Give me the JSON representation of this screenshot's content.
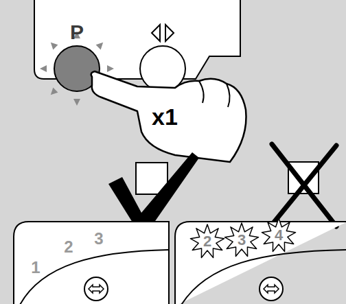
{
  "diagram": {
    "labels": [
      "P",
      "x1",
      "1",
      "2",
      "3",
      "2",
      "3",
      "4"
    ]
  }
}
